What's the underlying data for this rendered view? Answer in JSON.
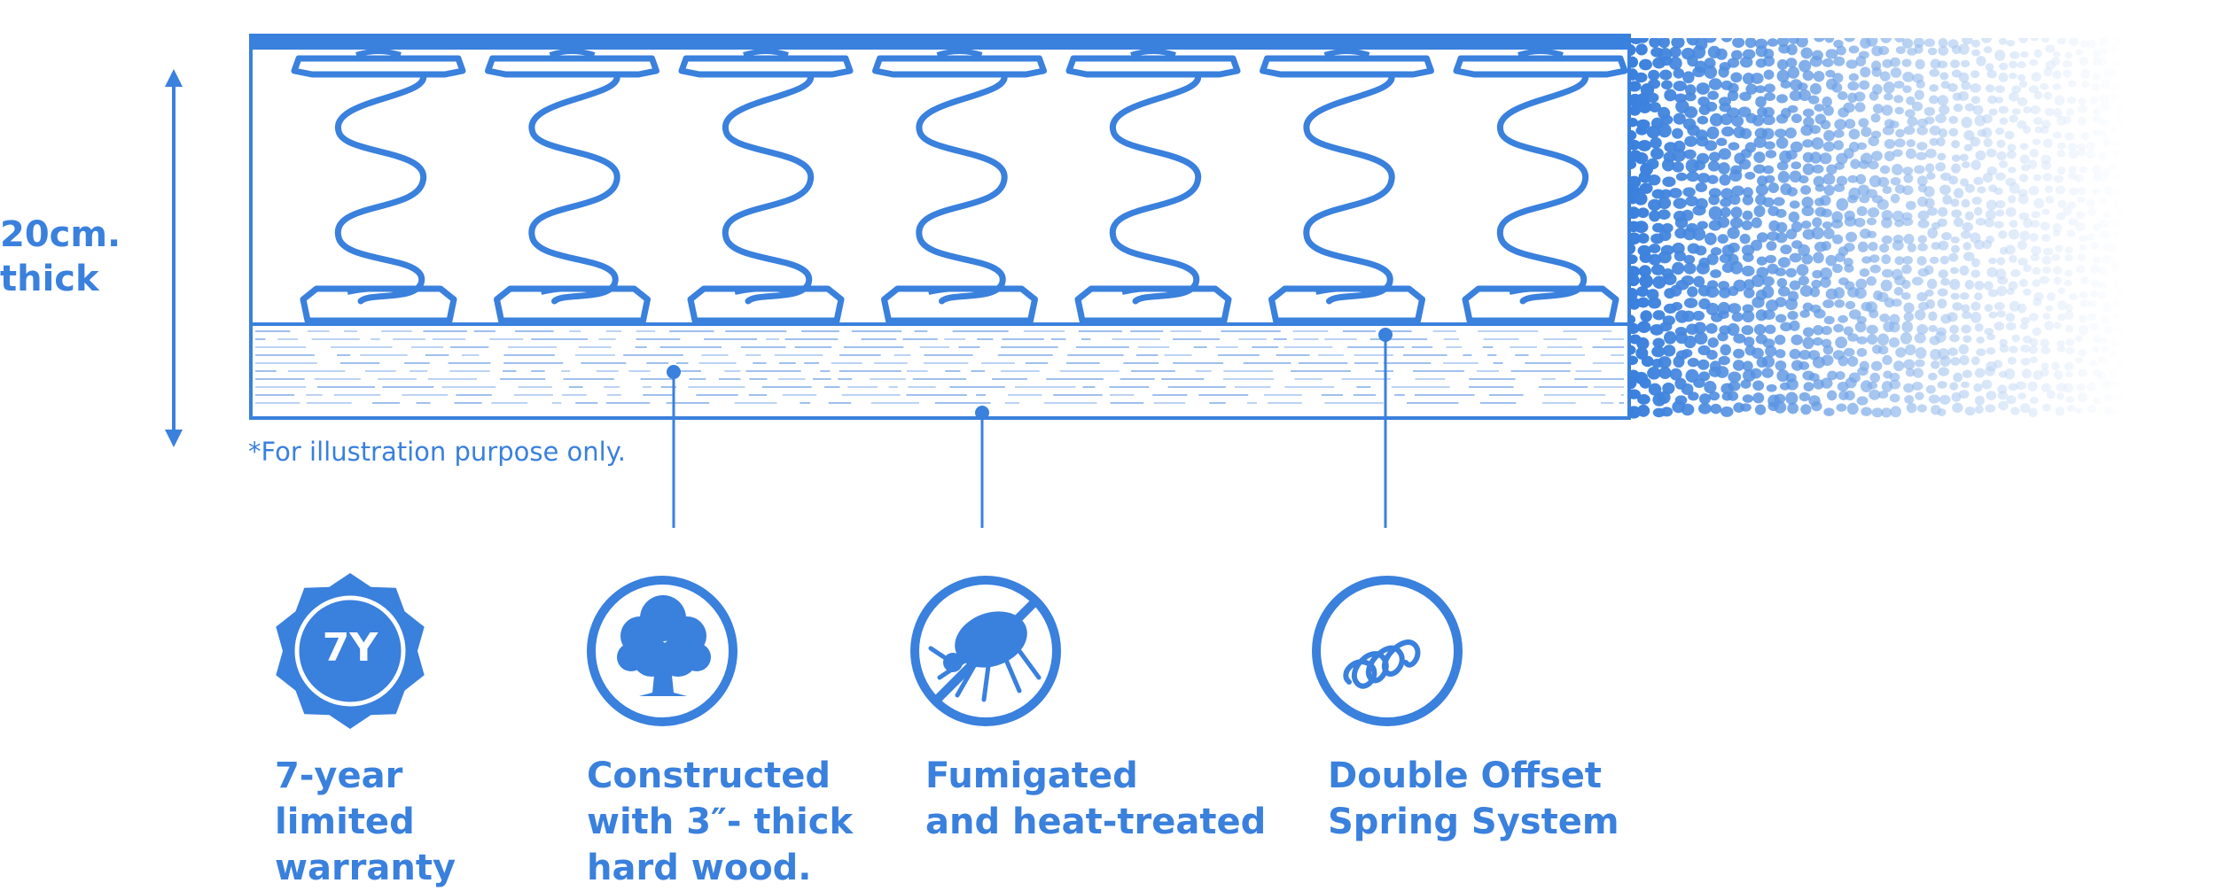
{
  "thickness": {
    "line1": "20cm.",
    "line2": "thick"
  },
  "note": "*For illustration purpose only.",
  "badge": "7Y",
  "features": [
    {
      "label": "7-year\nlimited\nwarranty",
      "icon": "warranty-badge-icon"
    },
    {
      "label": "Constructed\nwith 3″- thick\nhard wood.",
      "icon": "tree-icon"
    },
    {
      "label": "Fumigated\nand heat-treated",
      "icon": "no-mite-icon"
    },
    {
      "label": "Double Offset\nSpring System",
      "icon": "spring-icon"
    }
  ],
  "colors": {
    "primary": "#3a80dd",
    "light": "#bcd3f3"
  }
}
